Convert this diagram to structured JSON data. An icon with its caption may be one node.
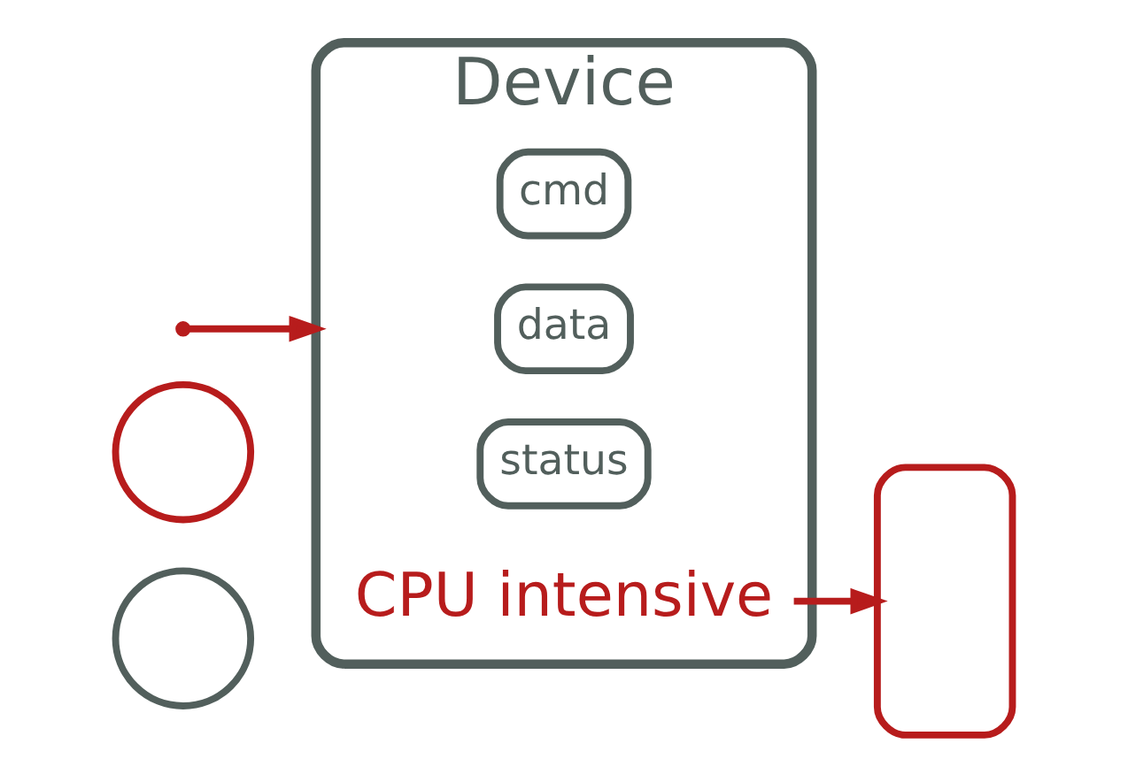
{
  "diagram": {
    "nodes": [
      {
        "text": [],
        "shape": "circle"
      },
      {
        "text": [],
        "shape": "circle"
      },
      {
        "text": [
          "Device"
        ]
      },
      {
        "text": [
          "cmd"
        ],
        "in": 2
      },
      {
        "text": [
          "data"
        ],
        "in": 2
      },
      {
        "text": [
          "status"
        ],
        "in": 2
      },
      {
        "text": [
          "CPU intensive"
        ],
        "in": 2
      },
      {
        "text": [],
        "shape": "box"
      }
    ],
    "edges": [
      {
        "from": null,
        "to": 2,
        "arrow": "to"
      },
      {
        "from": 6,
        "to": 7,
        "arrow": "to"
      }
    ]
  }
}
